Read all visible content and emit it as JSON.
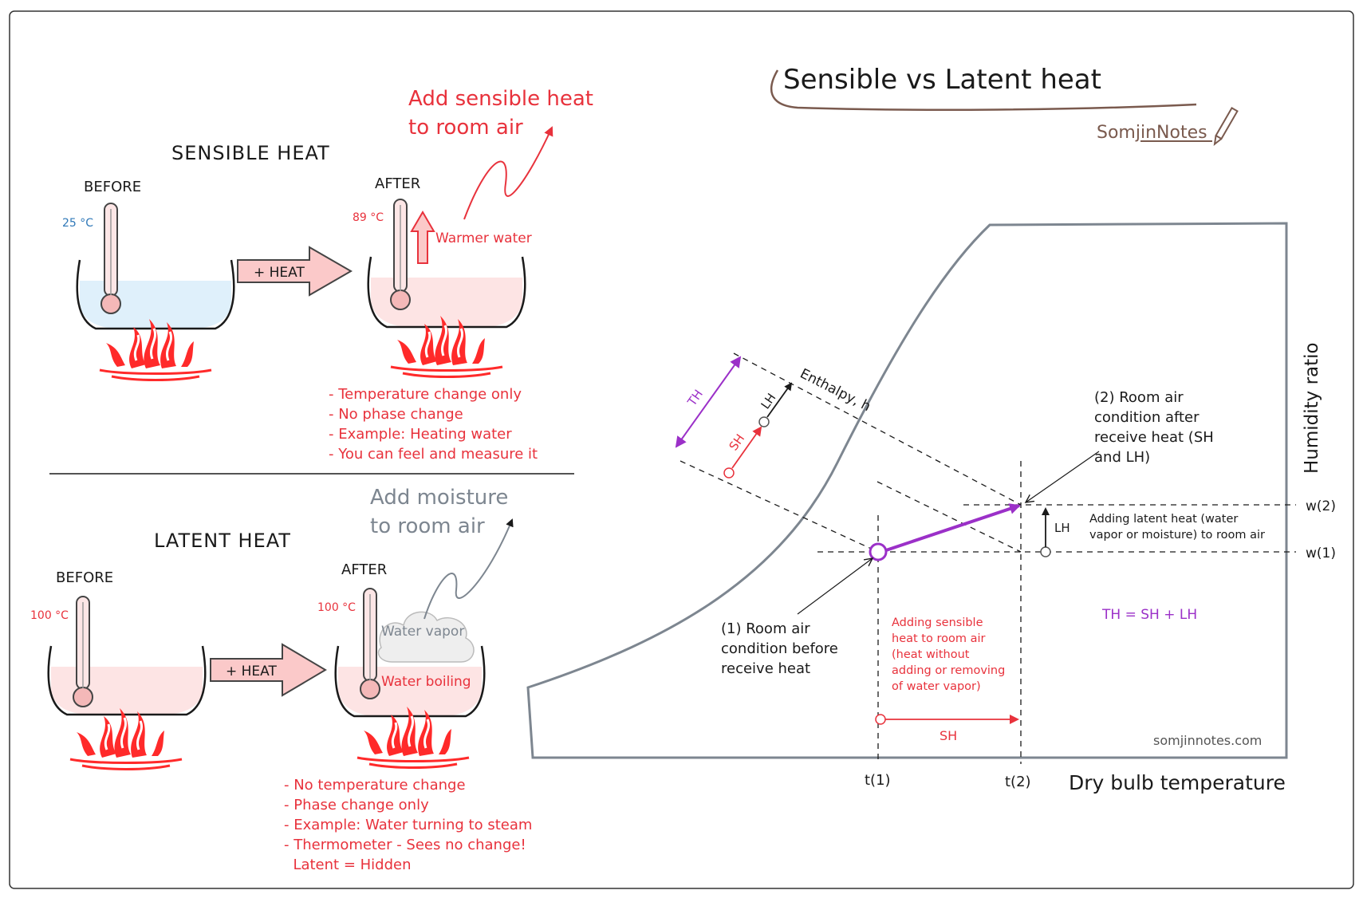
{
  "title": "Sensible vs Latent heat",
  "brand": "SomjinNotes",
  "website": "somjinnotes.com",
  "colors": {
    "red": "#e8323c",
    "blue": "#2f78b8",
    "purple": "#9b30c8",
    "gray": "#7d8690",
    "ink": "#1a1a1a"
  },
  "sensible": {
    "heading": "SENSIBLE HEAT",
    "before_label": "BEFORE",
    "after_label": "AFTER",
    "before_temp": "25 °C",
    "after_temp": "89 °C",
    "heat_label": "+ HEAT",
    "warmer_label": "Warmer water",
    "callout": [
      "Add sensible heat",
      "to room air"
    ],
    "notes": [
      "- Temperature change only",
      "- No phase change",
      "- Example: Heating water",
      "- You can feel and measure it"
    ]
  },
  "latent": {
    "heading": "LATENT HEAT",
    "before_label": "BEFORE",
    "after_label": "AFTER",
    "before_temp": "100 °C",
    "after_temp": "100 °C",
    "heat_label": "+ HEAT",
    "vapor_label": "Water vapor",
    "boiling_label": "Water boiling",
    "callout": [
      "Add moisture",
      "to room air"
    ],
    "notes": [
      "- No temperature change",
      "- Phase change only",
      "- Example: Water turning to steam",
      "- Thermometer - Sees no change!",
      "  Latent = Hidden"
    ]
  },
  "chart": {
    "y_axis_label": "Humidity ratio",
    "x_axis_label": "Dry bulb temperature",
    "enthalpy_label": "Enthalpy, h",
    "w1": "w(1)",
    "w2": "w(2)",
    "t1": "t(1)",
    "t2": "t(2)",
    "th": "TH",
    "sh": "SH",
    "lh": "LH",
    "point1": [
      "(1) Room air",
      "condition before",
      "receive heat"
    ],
    "point2": [
      "(2) Room air",
      "condition after",
      "receive heat (SH",
      "and LH)"
    ],
    "latent_note": [
      "Adding latent heat (water",
      "vapor or moisture) to room air"
    ],
    "sensible_note": [
      "Adding sensible",
      "heat to room air",
      "(heat without",
      "adding or removing",
      "of water vapor)"
    ],
    "equation": "TH = SH + LH"
  }
}
